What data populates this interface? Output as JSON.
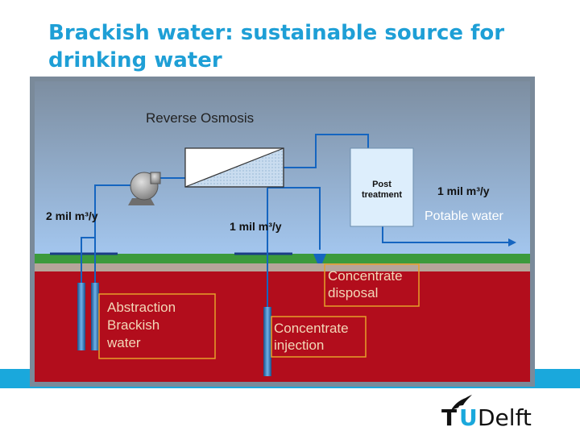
{
  "slide": {
    "title": "Brackish water: sustainable source for drinking water"
  },
  "diagram": {
    "process_label": "Reverse Osmosis",
    "post_treatment_label": "Post\ntreatment",
    "abstraction_flow": "2 mil m³/y",
    "concentrate_flow": "1 mil m³/y",
    "potable_flow": "1 mil m³/y",
    "potable_label": "Potable water",
    "abstraction_label": "Abstraction\nBrackish\nwater",
    "disposal_label": "Concentrate\ndisposal",
    "injection_label": "Concentrate\ninjection",
    "colors": {
      "sky_top": "#7d8ea1",
      "sky_bottom": "#9fc3ea",
      "grass": "#3c9a3c",
      "soil": "#b20d1c",
      "pipe": "#1565c0",
      "label_box_border": "#e6a02a",
      "post_treatment_fill": "#ddeefc"
    }
  },
  "logo": {
    "t": "T",
    "u": "U",
    "rest": "Delft"
  }
}
